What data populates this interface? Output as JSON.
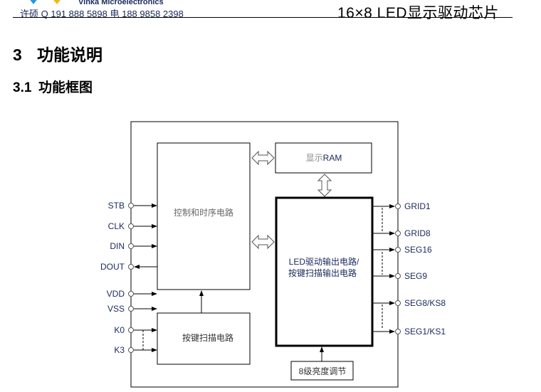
{
  "header": {
    "company": "Vinka Microelectronics",
    "contact": "许硕 Q 191  888  5898    电  188   9858  2398",
    "doc_title": "16×8  LED显示驱动芯片",
    "logo_colors": {
      "left": "#1e9be0",
      "right": "#f2b617"
    }
  },
  "section": {
    "number": "3",
    "title": "功能说明"
  },
  "subsection": {
    "number": "3.1",
    "title": "功能框图"
  },
  "diagram": {
    "blocks": {
      "control": "控制和时序电路",
      "ram_prefix": "显示",
      "ram_suffix": "RAM",
      "driver_line1": "LED驱动输出电路/",
      "driver_line2": "按键扫描输出电路",
      "keyscan": "按键扫描电路",
      "brightness": "8级亮度调节"
    },
    "left_pins": [
      {
        "label": "STB",
        "direction": "in"
      },
      {
        "label": "CLK",
        "direction": "in"
      },
      {
        "label": "DIN",
        "direction": "in"
      },
      {
        "label": "DOUT",
        "direction": "out"
      },
      {
        "label": "VDD",
        "direction": "in"
      },
      {
        "label": "VSS",
        "direction": "in"
      },
      {
        "label": "K0",
        "direction": "in"
      },
      {
        "label": "K3",
        "direction": "in"
      }
    ],
    "right_pins": [
      {
        "label": "GRID1"
      },
      {
        "label": "GRID8"
      },
      {
        "label": "SEG16"
      },
      {
        "label": "SEG9"
      },
      {
        "label": "SEG8/KS8"
      },
      {
        "label": "SEG1/KS1"
      }
    ]
  }
}
